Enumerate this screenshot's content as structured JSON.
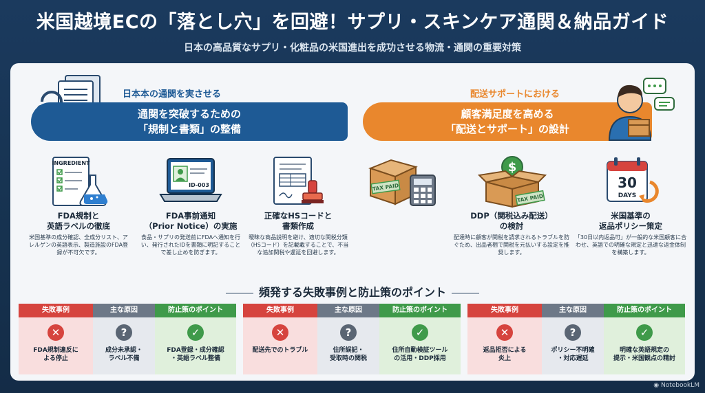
{
  "title": "米国越境ECの「落とし穴」を回避！サプリ・スキンケア通関＆納品ガイド",
  "subtitle": "日本の高品質なサプリ・化粧品の米国進出を成功させる物流・通関の重要対策",
  "left_section": {
    "kicker": "日本本の通関を実させる",
    "banner_line1": "通関を突破するための",
    "banner_line2": "「規制と書類」の整備",
    "items": [
      {
        "title_line1": "FDA規制と",
        "title_line2": "英語ラベルの徹底",
        "desc": "米国基準の成分確認、全成分リスト、アレルゲンの英語表示、製造施設のFDA登録が不可欠です。",
        "icon_text": "INGREDIENT"
      },
      {
        "title_line1": "FDA事前通知",
        "title_line2": "（Prior Notice）の実施",
        "desc": "食品・サプリの発送前にFDAへ通知を行い、発行されたIDを書類に明記することで差し止めを防ぎます。",
        "icon_text": "ID-003"
      },
      {
        "title_line1": "正確なHSコードと",
        "title_line2": "書類作成",
        "desc": "曖昧な商品説明を避け、適切な関税分類（HSコード）を記載載することで、不当な追加関税や遅延を回避します。"
      }
    ]
  },
  "right_section": {
    "kicker": "配送サポートにおける",
    "banner_line1": "顧客満足度を高める",
    "banner_line2": "「配送とサポート」の設計",
    "items": [
      {
        "title_line1": "",
        "title_line2": "",
        "desc": "",
        "icon_text": "TAX PAID"
      },
      {
        "title_line1": "DDP（関税込み配送）",
        "title_line2": "の検討",
        "desc": "配達時に顧客が関税を請求されるトラブルを防ぐため、出品者梱で関税を元払いする設定を推奨します。",
        "icon_text": "TAX PAID"
      },
      {
        "title_line1": "米国基準の",
        "title_line2": "返品ポリシー策定",
        "desc": "「30日以内返品可」が一般的な米国顧客に合わせ、英語での明確な規定と迅速な返金体制を構築します。",
        "icon_text_1": "30",
        "icon_text_2": "DAYS"
      }
    ]
  },
  "points_title": "頻発する失敗事例と防止策のポイント",
  "case_headers": {
    "failure": "失敗事例",
    "cause": "主な原因",
    "prevention": "防止策のポイント"
  },
  "cases": [
    {
      "failure_1": "FDA規制違反に",
      "failure_2": "よる停止",
      "cause_1": "成分未承認・",
      "cause_2": "ラベル不備",
      "prevention_1": "FDA登録・成分確認",
      "prevention_2": "・英語ラベル整備"
    },
    {
      "failure_1": "配送先でのトラブル",
      "failure_2": "",
      "cause_1": "住所誤記・",
      "cause_2": "受取時の関税",
      "prevention_1": "住所自動検証ツール",
      "prevention_2": "の活用・DDP採用"
    },
    {
      "failure_1": "返品拒否による",
      "failure_2": "炎上",
      "cause_1": "ポリシー不明確",
      "cause_2": "・対応遅延",
      "prevention_1": "明確な英語規定の",
      "prevention_2": "提示・米国観点の精討"
    }
  ],
  "icons": {
    "failure": "x-circle-icon",
    "cause": "question-circle-icon",
    "prevention": "check-circle-icon"
  },
  "footer": "NotebookLM",
  "colors": {
    "navy": "#1e5a95",
    "orange": "#e9872d",
    "red": "#d6443e",
    "gray": "#6d7887",
    "green": "#3f9a4a"
  }
}
